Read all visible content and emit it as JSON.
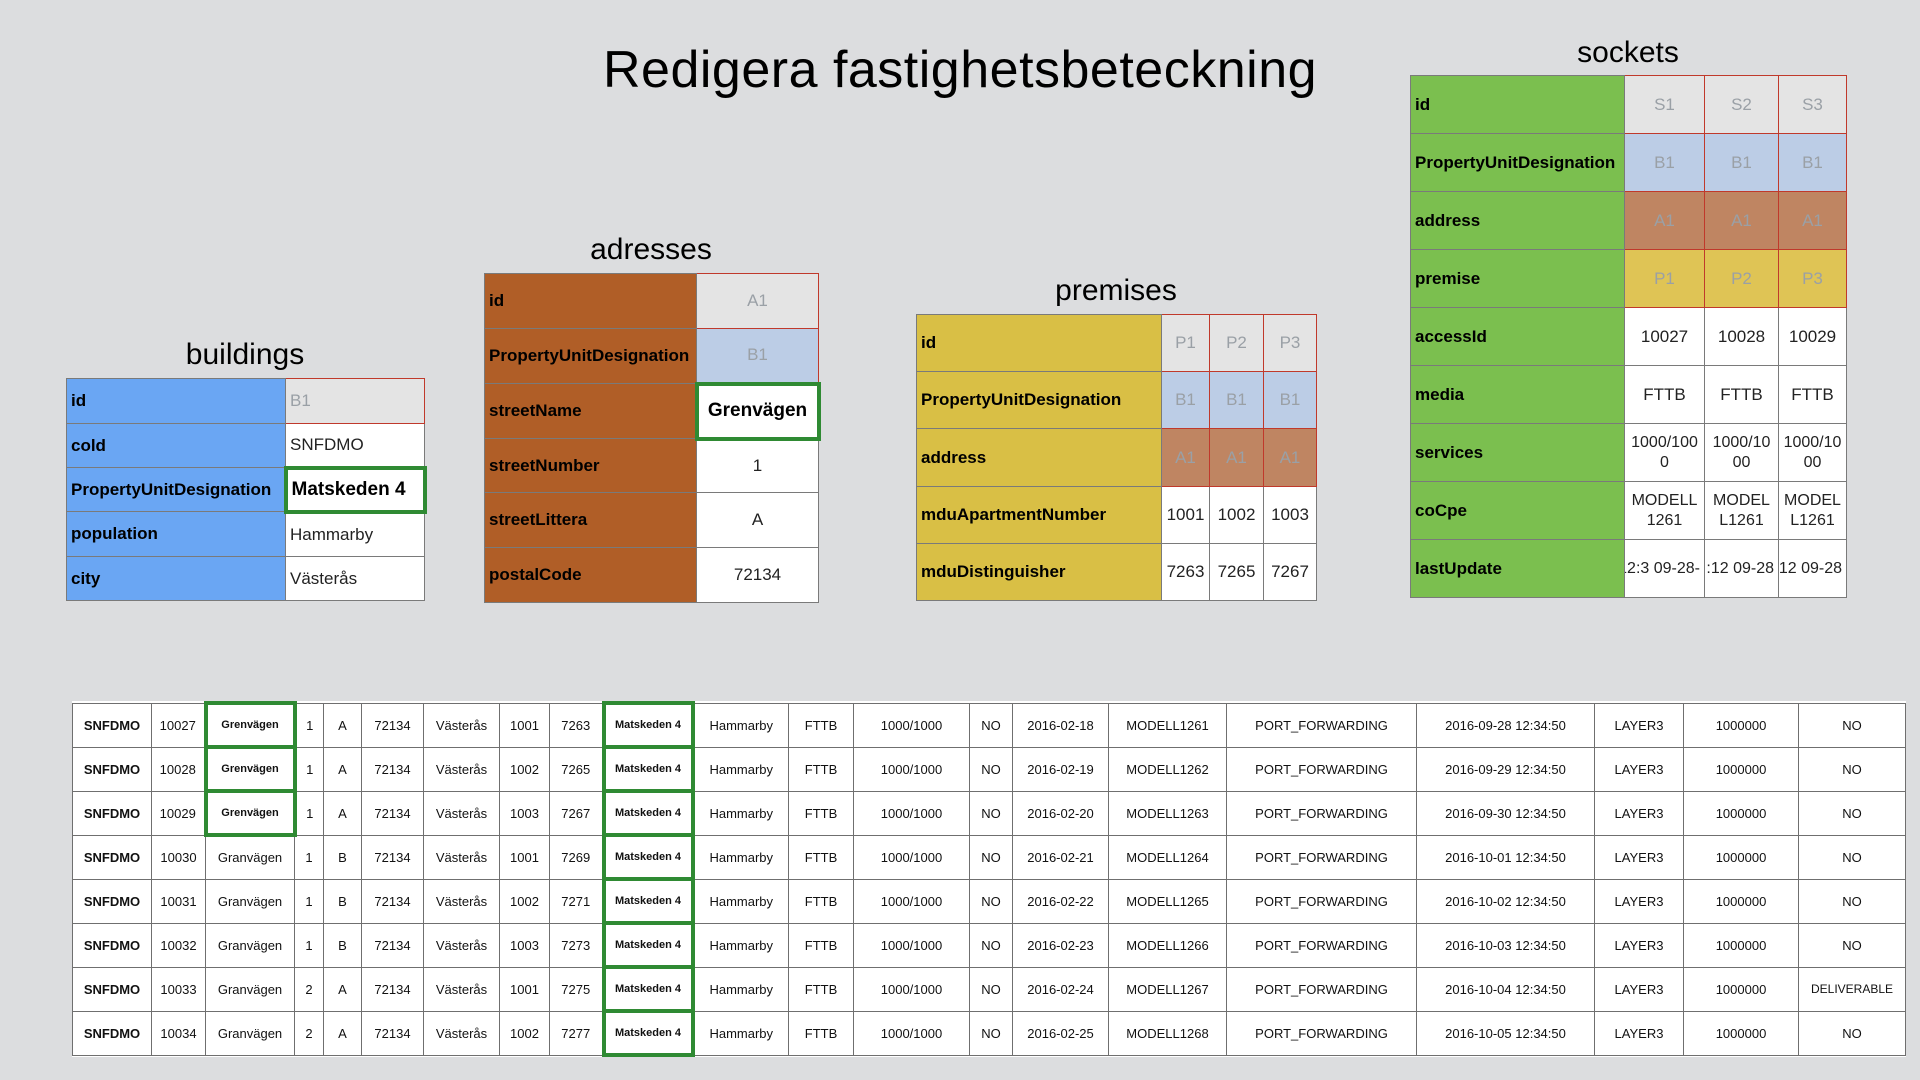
{
  "title": "Redigera fastighetsbeteckning",
  "buildings": {
    "caption": "buildings",
    "rows": [
      {
        "key": "id",
        "value": "B1"
      },
      {
        "key": "cold",
        "value": "SNFDMO"
      },
      {
        "key": "PropertyUnitDesignation",
        "value": "Matskeden 4"
      },
      {
        "key": "population",
        "value": "Hammarby"
      },
      {
        "key": "city",
        "value": "Västerås"
      }
    ]
  },
  "adresses": {
    "caption": "adresses",
    "rows": [
      {
        "key": "id",
        "value": "A1"
      },
      {
        "key": "PropertyUnitDesignation",
        "value": "B1"
      },
      {
        "key": "streetName",
        "value": "Grenvägen"
      },
      {
        "key": "streetNumber",
        "value": "1"
      },
      {
        "key": "streetLittera",
        "value": "A"
      },
      {
        "key": "postalCode",
        "value": "72134"
      }
    ]
  },
  "premises": {
    "caption": "premises",
    "rows": [
      {
        "key": "id",
        "values": [
          "P1",
          "P2",
          "P3"
        ]
      },
      {
        "key": "PropertyUnitDesignation",
        "values": [
          "B1",
          "B1",
          "B1"
        ]
      },
      {
        "key": "address",
        "values": [
          "A1",
          "A1",
          "A1"
        ]
      },
      {
        "key": "mduApartmentNumber",
        "values": [
          "1001",
          "1002",
          "1003"
        ]
      },
      {
        "key": "mduDistinguisher",
        "values": [
          "7263",
          "7265",
          "7267"
        ]
      }
    ]
  },
  "sockets": {
    "caption": "sockets",
    "rows": [
      {
        "key": "id",
        "values": [
          "S1",
          "S2",
          "S3"
        ]
      },
      {
        "key": "PropertyUnitDesignation",
        "values": [
          "B1",
          "B1",
          "B1"
        ]
      },
      {
        "key": "address",
        "values": [
          "A1",
          "A1",
          "A1"
        ]
      },
      {
        "key": "premise",
        "values": [
          "P1",
          "P2",
          "P3"
        ]
      },
      {
        "key": "accessId",
        "values": [
          "10027",
          "10028",
          "10029"
        ]
      },
      {
        "key": "media",
        "values": [
          "FTTB",
          "FTTB",
          "FTTB"
        ]
      },
      {
        "key": "services",
        "values": [
          "1000/1000",
          "1000/1000",
          "1000/1000"
        ]
      },
      {
        "key": "coCpe",
        "values": [
          "MODELL1261",
          "MODELL1261",
          "MODELL1261"
        ]
      },
      {
        "key": "lastUpdate",
        "values": [
          "-09-28 12:3",
          "09-28 12:",
          "09-28 12"
        ]
      }
    ]
  },
  "colors": {
    "buildings": "#6aa6f3",
    "adresses": "#b05e27",
    "premises": "#d9bf45",
    "sockets": "#7bbf4f",
    "ref_building": "#bccde6",
    "ref_address": "#bf8562",
    "ref_premise": "#dfc455",
    "highlight_border": "#2f8a33",
    "key_border": "#c0392b"
  },
  "data_table": {
    "highlight_cols": [
      2,
      9
    ],
    "highlight_street_rows": [
      0,
      1,
      2
    ],
    "rows": [
      [
        "SNFDMO",
        "10027",
        "Grenvägen",
        "1",
        "A",
        "72134",
        "Västerås",
        "1001",
        "7263",
        "Matskeden 4",
        "Hammarby",
        "FTTB",
        "1000/1000",
        "NO",
        "2016-02-18",
        "MODELL1261",
        "PORT_FORWARDING",
        "2016-09-28 12:34:50",
        "LAYER3",
        "1000000",
        "NO"
      ],
      [
        "SNFDMO",
        "10028",
        "Grenvägen",
        "1",
        "A",
        "72134",
        "Västerås",
        "1002",
        "7265",
        "Matskeden 4",
        "Hammarby",
        "FTTB",
        "1000/1000",
        "NO",
        "2016-02-19",
        "MODELL1262",
        "PORT_FORWARDING",
        "2016-09-29 12:34:50",
        "LAYER3",
        "1000000",
        "NO"
      ],
      [
        "SNFDMO",
        "10029",
        "Grenvägen",
        "1",
        "A",
        "72134",
        "Västerås",
        "1003",
        "7267",
        "Matskeden 4",
        "Hammarby",
        "FTTB",
        "1000/1000",
        "NO",
        "2016-02-20",
        "MODELL1263",
        "PORT_FORWARDING",
        "2016-09-30 12:34:50",
        "LAYER3",
        "1000000",
        "NO"
      ],
      [
        "SNFDMO",
        "10030",
        "Granvägen",
        "1",
        "B",
        "72134",
        "Västerås",
        "1001",
        "7269",
        "Matskeden 4",
        "Hammarby",
        "FTTB",
        "1000/1000",
        "NO",
        "2016-02-21",
        "MODELL1264",
        "PORT_FORWARDING",
        "2016-10-01 12:34:50",
        "LAYER3",
        "1000000",
        "NO"
      ],
      [
        "SNFDMO",
        "10031",
        "Granvägen",
        "1",
        "B",
        "72134",
        "Västerås",
        "1002",
        "7271",
        "Matskeden 4",
        "Hammarby",
        "FTTB",
        "1000/1000",
        "NO",
        "2016-02-22",
        "MODELL1265",
        "PORT_FORWARDING",
        "2016-10-02 12:34:50",
        "LAYER3",
        "1000000",
        "NO"
      ],
      [
        "SNFDMO",
        "10032",
        "Granvägen",
        "1",
        "B",
        "72134",
        "Västerås",
        "1003",
        "7273",
        "Matskeden 4",
        "Hammarby",
        "FTTB",
        "1000/1000",
        "NO",
        "2016-02-23",
        "MODELL1266",
        "PORT_FORWARDING",
        "2016-10-03 12:34:50",
        "LAYER3",
        "1000000",
        "NO"
      ],
      [
        "SNFDMO",
        "10033",
        "Granvägen",
        "2",
        "A",
        "72134",
        "Västerås",
        "1001",
        "7275",
        "Matskeden 4",
        "Hammarby",
        "FTTB",
        "1000/1000",
        "NO",
        "2016-02-24",
        "MODELL1267",
        "PORT_FORWARDING",
        "2016-10-04 12:34:50",
        "LAYER3",
        "1000000",
        "DELIVERABLE"
      ],
      [
        "SNFDMO",
        "10034",
        "Granvägen",
        "2",
        "A",
        "72134",
        "Västerås",
        "1002",
        "7277",
        "Matskeden 4",
        "Hammarby",
        "FTTB",
        "1000/1000",
        "NO",
        "2016-02-25",
        "MODELL1268",
        "PORT_FORWARDING",
        "2016-10-05 12:34:50",
        "LAYER3",
        "1000000",
        "NO"
      ]
    ]
  }
}
